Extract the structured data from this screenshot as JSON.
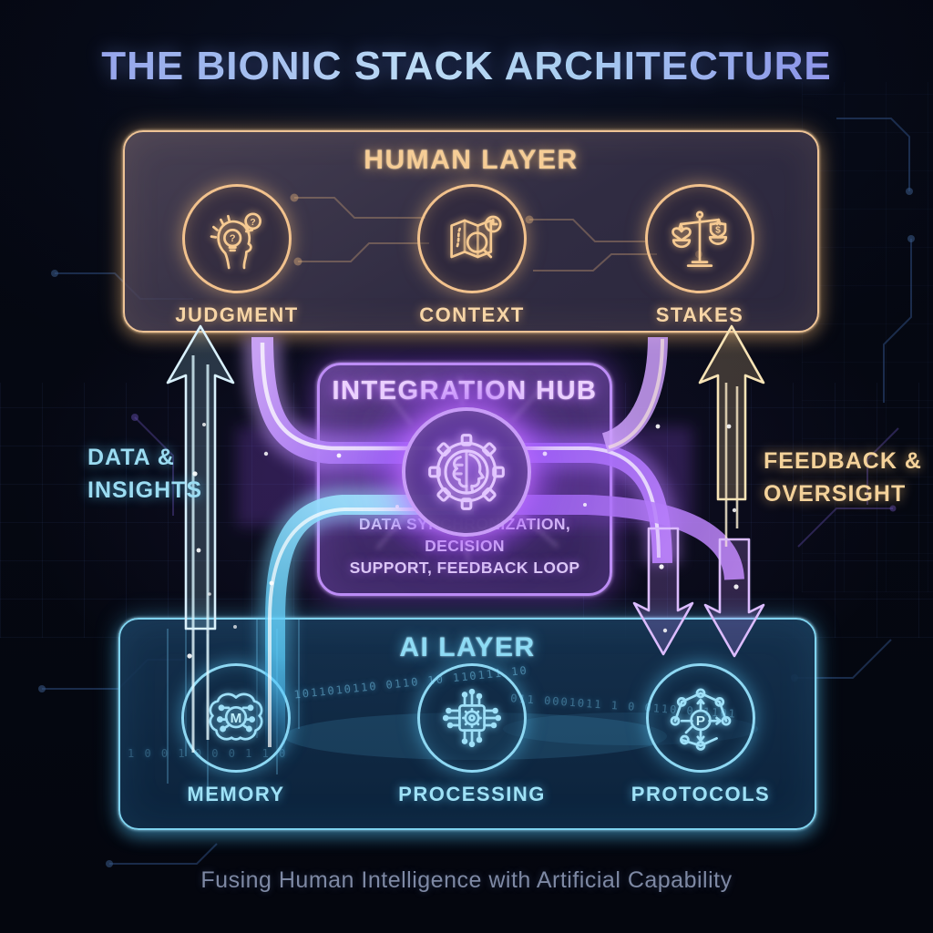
{
  "title": "THE BIONIC STACK ARCHITECTURE",
  "caption": "Fusing Human Intelligence with Artificial Capability",
  "colors": {
    "background": "#04060f",
    "human_accent": "#f2c28d",
    "hub_accent": "#bd8df6",
    "ai_accent": "#7fd3ef",
    "title_gradient_start": "#8d92e8",
    "title_gradient_end": "#9b8fe8",
    "caption_text": "#7e89a4"
  },
  "human_layer": {
    "title": "HUMAN LAYER",
    "items": [
      {
        "label": "JUDGMENT",
        "icon": "judgment-icon"
      },
      {
        "label": "CONTEXT",
        "icon": "context-icon"
      },
      {
        "label": "STAKES",
        "icon": "stakes-icon"
      }
    ]
  },
  "integration_hub": {
    "title": "INTEGRATION HUB",
    "subtitle_line1": "DATA SYNCHRONIZATION, DECISION",
    "subtitle_line2": "SUPPORT, FEEDBACK LOOP",
    "icon": "gear-brain-icon"
  },
  "ai_layer": {
    "title": "AI LAYER",
    "items": [
      {
        "label": "MEMORY",
        "icon": "memory-brain-icon",
        "monogram": "M"
      },
      {
        "label": "PROCESSING",
        "icon": "chip-gear-icon",
        "monogram": ""
      },
      {
        "label": "PROTOCOLS",
        "icon": "network-icon",
        "monogram": "P"
      }
    ]
  },
  "flows": {
    "left_label_line1": "DATA &",
    "left_label_line2": "INSIGHTS",
    "left_direction": "up",
    "right_label_line1": "FEEDBACK &",
    "right_label_line2": "OVERSIGHT",
    "right_direction": "up-and-down"
  },
  "icons": {
    "question_mark": "?",
    "dollar_sign": "$"
  },
  "decor": {
    "binary1": "1011010110 0110 10 110111 10",
    "binary2": "011 0001011 1 0 0110 0 1101",
    "binary3": "1 0 0 1 0 0 0 1 1 0"
  }
}
